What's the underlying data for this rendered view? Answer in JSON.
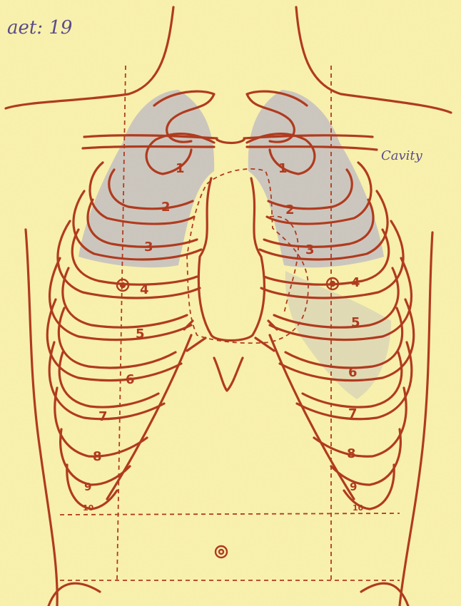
{
  "annotations": {
    "corner_note": "aet: 19",
    "cavity_label": "Cavity"
  },
  "rib_labels": {
    "left": [
      "1",
      "2",
      "3",
      "4",
      "5",
      "6",
      "7",
      "8",
      "9",
      "10"
    ],
    "right": [
      "1",
      "2",
      "3",
      "4",
      "5",
      "6",
      "7",
      "8",
      "9",
      "10"
    ]
  },
  "colors": {
    "paper": "#f8f1ad",
    "ink": "#b03a1e",
    "shading": "#8f8cd6",
    "pencil": "#5a4a8a"
  }
}
